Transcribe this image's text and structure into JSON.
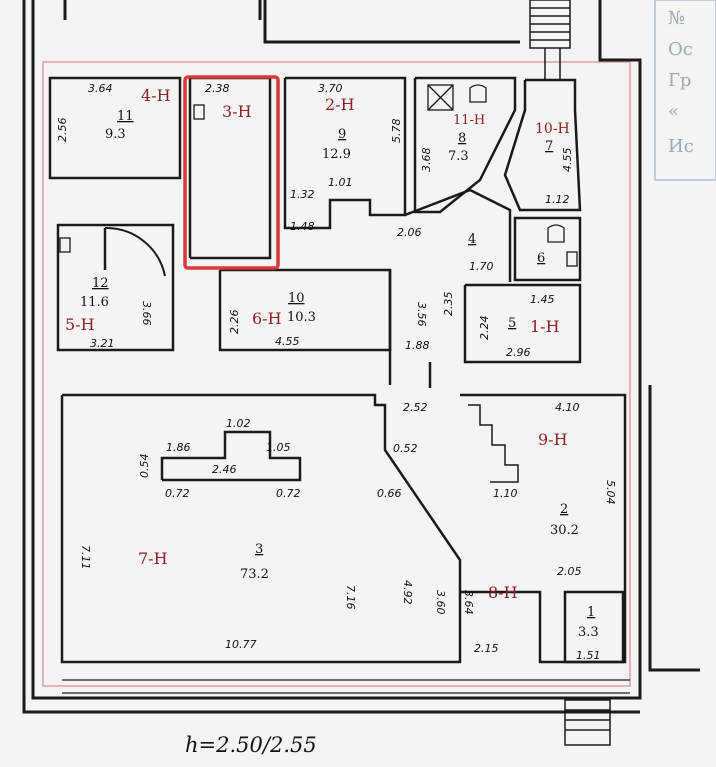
{
  "labels": {
    "1": "1-Н",
    "2": "2-Н",
    "3": "3-Н",
    "4": "4-Н",
    "5": "5-Н",
    "6": "6-Н",
    "7": "7-Н",
    "8": "8-Н",
    "9": "9-Н",
    "10": "10-Н",
    "11": "11-Н"
  },
  "rooms": {
    "r1": {
      "num": "1",
      "area": "3.3"
    },
    "r2": {
      "num": "2",
      "area": "30.2"
    },
    "r3": {
      "num": "3",
      "area": "73.2"
    },
    "r4": {
      "num": "4"
    },
    "r5": {
      "num": "5"
    },
    "r6": {
      "num": "6"
    },
    "r7": {
      "num": "7"
    },
    "r8": {
      "num": "8",
      "area": "7.3"
    },
    "r9": {
      "num": "9",
      "area": "12.9"
    },
    "r10": {
      "num": "10",
      "area": "10.3"
    },
    "r11": {
      "num": "11",
      "area": "9.3"
    },
    "r12": {
      "num": "12",
      "area": "11.6"
    }
  },
  "dims": {
    "d364": "3.64",
    "d238": "2.38",
    "d370": "3.70",
    "d256": "2.56",
    "d578": "5.78",
    "d132": "1.32",
    "d101": "1.01",
    "d148": "1.48",
    "d206": "2.06",
    "d368": "3.68",
    "d455top": "4.55",
    "d112": "1.12",
    "d170": "1.70",
    "d145": "1.45",
    "d356": "3.56",
    "d235": "2.35",
    "d224": "2.24",
    "d296": "2.96",
    "d226": "2.26",
    "d455": "4.55",
    "d188": "1.88",
    "d366": "3.66",
    "d321": "3.21",
    "d252": "2.52",
    "d410": "4.10",
    "d102": "1.02",
    "d186": "1.86",
    "d105": "1.05",
    "d054": "0.54",
    "d246": "2.46",
    "d072a": "0.72",
    "d072b": "0.72",
    "d052": "0.52",
    "d066": "0.66",
    "d110": "1.10",
    "d504": "5.04",
    "d711": "7.11",
    "d716": "7.16",
    "d492": "4.92",
    "d360": "3.60",
    "d364b": "3.64",
    "d205": "2.05",
    "d1077": "10.77",
    "d215": "2.15",
    "d151": "1.51"
  },
  "height_note": "h=2.50/2.55",
  "stamp_lines": [
    "№",
    "Ос",
    "Гр",
    "«",
    "Ис"
  ],
  "colors": {
    "line": "#1a1a1a",
    "paper": "#f4f4f2",
    "highlight": "#d63a3a",
    "label": "#8b2027",
    "stamp": "#9aa8bd"
  }
}
